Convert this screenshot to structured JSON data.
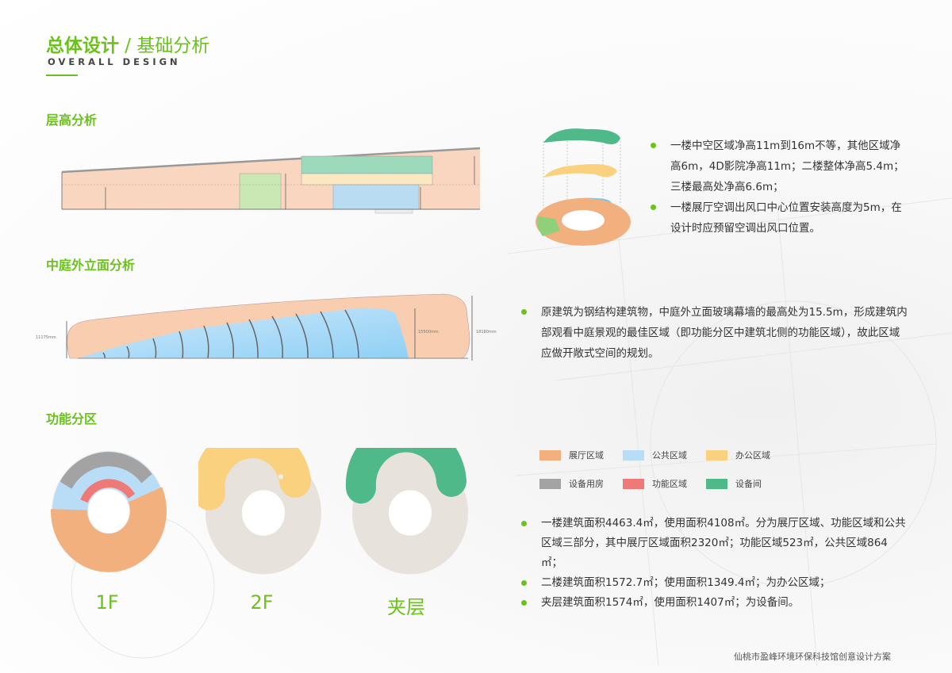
{
  "header": {
    "title_main": "总体设计",
    "title_sep": " / ",
    "title_sub": "基础分析",
    "subtitle_en": "OVERALL DESIGN"
  },
  "sections": {
    "floor_height": {
      "title": "层高分析",
      "bullets": [
        "一楼中空区域净高11m到16m不等，其他区域净高6m，4D影院净高11m；二楼整体净高5.4m；三楼最高处净高6.6m；",
        "一楼展厅空调出风口中心位置安装高度为5m，在设计时应预留空调出风口位置。"
      ]
    },
    "facade": {
      "title": "中庭外立面分析",
      "dims": [
        "11175mm",
        "15500mm",
        "18180mm"
      ],
      "bullets": [
        "原建筑为钢结构建筑物，中庭外立面玻璃幕墙的最高处为15.5m，形成建筑内部观看中庭景观的最佳区域（即功能分区中建筑北侧的功能区域），故此区域应做开敞式空间的规划。"
      ]
    },
    "zoning": {
      "title": "功能分区",
      "floors": [
        "1F",
        "2F",
        "夹层"
      ],
      "legend": [
        {
          "label": "展厅区域",
          "color": "#f2b07e"
        },
        {
          "label": "公共区域",
          "color": "#b9dcf7"
        },
        {
          "label": "办公区域",
          "color": "#fad17f"
        },
        {
          "label": "设备用房",
          "color": "#a3a3a3"
        },
        {
          "label": "功能区域",
          "color": "#ee7a78"
        },
        {
          "label": "设备间",
          "color": "#4fb98a"
        }
      ],
      "bullets": [
        "一楼建筑面积4463.4㎡，使用面积4108㎡。分为展厅区域、功能区域和公共区域三部分，其中展厅区域面积2320㎡；功能区域523㎡，公共区域864㎡；",
        "二楼建筑面积1572.7㎡；使用面积1349.4㎡；为办公区域；",
        "夹层建筑面积1574㎡，使用面积1407㎡；为设备间。"
      ]
    }
  },
  "footer": "仙桃市盈峰环境环保科技馆创意设计方案",
  "colors": {
    "accent": "#6cc11f",
    "ring_base": "#e8e2dc"
  }
}
